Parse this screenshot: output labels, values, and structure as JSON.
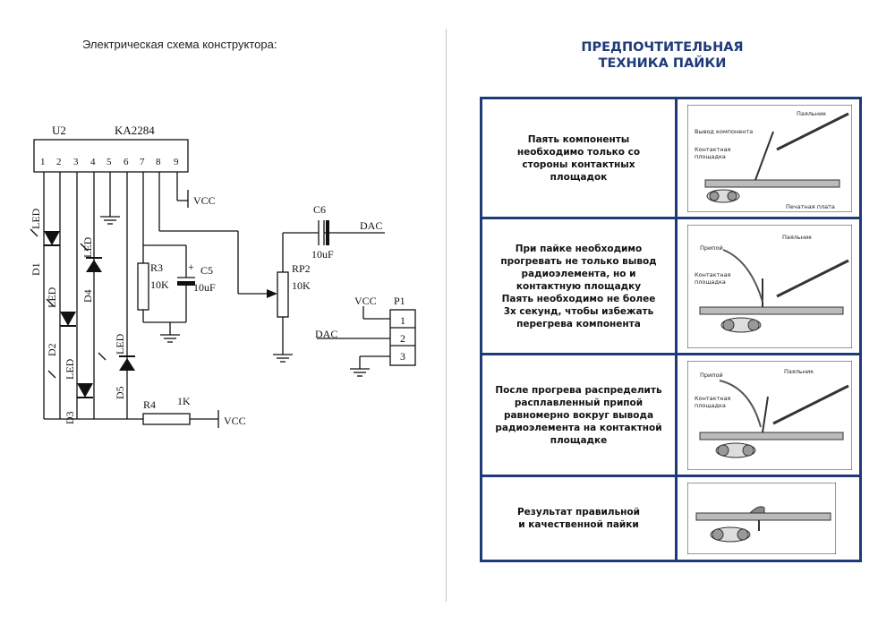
{
  "left_panel": {
    "caption": "Электрическая схема конструктора:",
    "schematic": {
      "chip_ref": "U2",
      "chip_name": "KA2284",
      "pins": [
        "1",
        "2",
        "3",
        "4",
        "5",
        "6",
        "7",
        "8",
        "9"
      ],
      "vcc": "VCC",
      "dac": "DAC",
      "led": "LED",
      "d1": "D1",
      "d2": "D2",
      "d3": "D3",
      "d4": "D4",
      "d5": "D5",
      "r3": "R3",
      "r3_val": "10K",
      "c5": "C5",
      "c5_val": "10uF",
      "c6": "C6",
      "c6_val": "10uF",
      "rp2": "RP2",
      "rp2_val": "10K",
      "r4": "R4",
      "r4_val": "1K",
      "p1": "P1",
      "p1_pins": [
        "1",
        "2",
        "3"
      ],
      "plus": "+"
    }
  },
  "right_panel": {
    "title_line1": "ПРЕДПОЧТИТЕЛЬНАЯ",
    "title_line2": "ТЕХНИКА ПАЙКИ",
    "rows": [
      {
        "text": "Паять компоненты\nнеобходимо только со\nстороны контактных\nплощадок",
        "labels": {
          "a": "Паяльник",
          "b": "Вывод компонента",
          "c": "Контактная\nплощадка",
          "d": "Печатная плата"
        }
      },
      {
        "text": "При пайке необходимо\nпрогревать не только вывод\nрадиоэлемента, но и\nконтактную площадку\nПаять необходимо не более\n3х секунд, чтобы избежать\nперегрева компонента",
        "labels": {
          "a": "Паяльник",
          "b": "Припой",
          "c": "Контактная\nплощадка"
        }
      },
      {
        "text": "После прогрева распределить\nрасплавленный припой\nравномерно вокруг вывода\nрадиоэлемента на контактной\nплощадке",
        "labels": {
          "a": "Паяльник",
          "b": "Припой",
          "c": "Контактная\nплощадка"
        }
      },
      {
        "text": "Результат правильной\nи качественной пайки",
        "labels": {}
      }
    ]
  },
  "colors": {
    "accent": "#1f3a78",
    "divider": "#c8c8c8"
  }
}
